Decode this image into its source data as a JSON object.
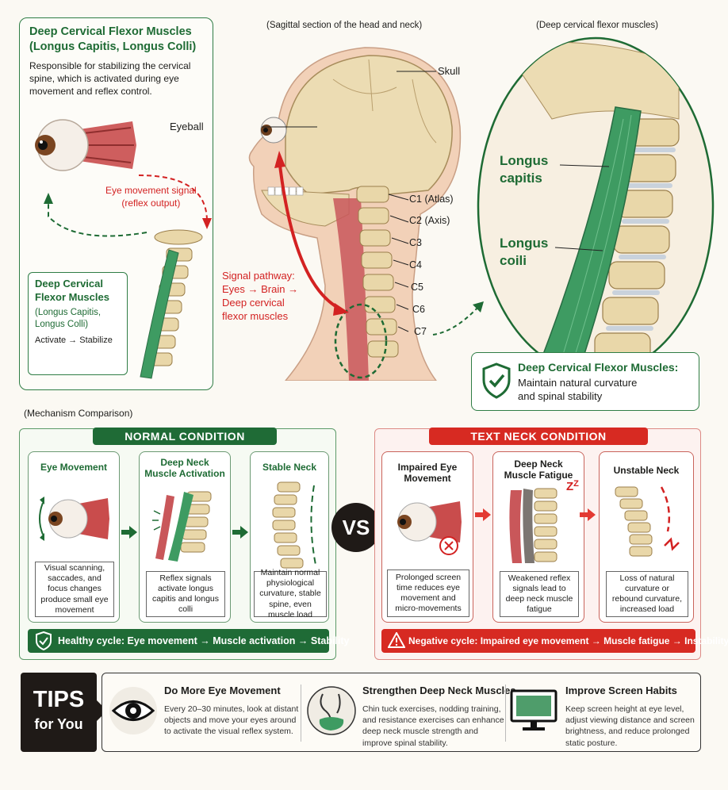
{
  "left_panel": {
    "title_line1": "Deep Cervical Flexor Muscles",
    "title_line2": "(Longus Capitis, Longus Colli)",
    "description": "Responsible for stabilizing the cervical spine, which is activated during eye movement and reflex control.",
    "signal_line1": "Eye movement signal",
    "signal_line2": "(reflex output)",
    "box_title_1": "Deep Cervical",
    "box_title_2": "Flexor Muscles",
    "box_sub_1": "(Longus Capitis,",
    "box_sub_2": "Longus Colli)",
    "box_action": "Activate → Stabilize"
  },
  "center": {
    "caption": "(Sagittal section of the head and neck)",
    "skull": "Skull",
    "eyeball": "Eyeball",
    "vertebrae": [
      "C1 (Atlas)",
      "C2 (Axis)",
      "C3",
      "C4",
      "C5",
      "C6",
      "C7"
    ],
    "pathway": [
      "Signal pathway:",
      "Eyes → Brain →",
      "Deep cervical",
      "flexor muscles"
    ]
  },
  "right_panel": {
    "caption": "(Deep cervical flexor muscles)",
    "label1_line1": "Longus",
    "label1_line2": "capitis",
    "label2_line1": "Longus",
    "label2_line2": "coili",
    "box_title": "Deep Cervical Flexor Muscles:",
    "box_line1": "Maintain natural curvature",
    "box_line2": "and spinal stability"
  },
  "comparison": {
    "caption": "(Mechanism Comparison)",
    "vs": "VS",
    "normal": {
      "title": "NORMAL CONDITION",
      "cards": [
        {
          "title": "Eye Movement",
          "text": "Visual scanning, saccades, and focus changes produce small eye movement"
        },
        {
          "title": "Deep Neck Muscle Activation",
          "text": "Reflex signals activate longus capitis and longus colli"
        },
        {
          "title": "Stable Neck",
          "text": "Maintain normal physiological curvature, stable spine, even muscle load"
        }
      ],
      "footer": "Healthy cycle: Eye movement → Muscle activation → Stability"
    },
    "textneck": {
      "title": "TEXT NECK CONDITION",
      "cards": [
        {
          "title": "Impaired Eye Movement",
          "text": "Prolonged screen time reduces eye movement and micro-movements"
        },
        {
          "title": "Deep Neck Muscle Fatigue",
          "text": "Weakened reflex signals lead to deep neck muscle fatigue"
        },
        {
          "title": "Unstable Neck",
          "text": "Loss of natural curvature or rebound curvature, increased load"
        }
      ],
      "zzz": "Z",
      "footer": "Negative cycle: Impaired eye movement → Muscle fatigue → Instability"
    }
  },
  "tips": {
    "badge_line1": "TIPS",
    "badge_line2": "for You",
    "items": [
      {
        "title": "Do More Eye Movement",
        "text": "Every 20–30 minutes, look at distant objects and move your eyes around to activate the visual reflex system.",
        "icon": "eye-icon"
      },
      {
        "title": "Strengthen Deep Neck Muscles",
        "text": "Chin tuck exercises, nodding training, and resistance exercises can enhance deep neck muscle strength and improve spinal stability.",
        "icon": "neck-icon"
      },
      {
        "title": "Improve Screen Habits",
        "text": "Keep screen height at eye level, adjust viewing distance and screen brightness, and reduce prolonged static posture.",
        "icon": "monitor-icon"
      }
    ]
  },
  "colors": {
    "green": "#1e6b34",
    "red": "#d32222",
    "bone": "#e8d4a6",
    "muscle_green": "#3e9b62",
    "muscle_red": "#c9575a"
  }
}
